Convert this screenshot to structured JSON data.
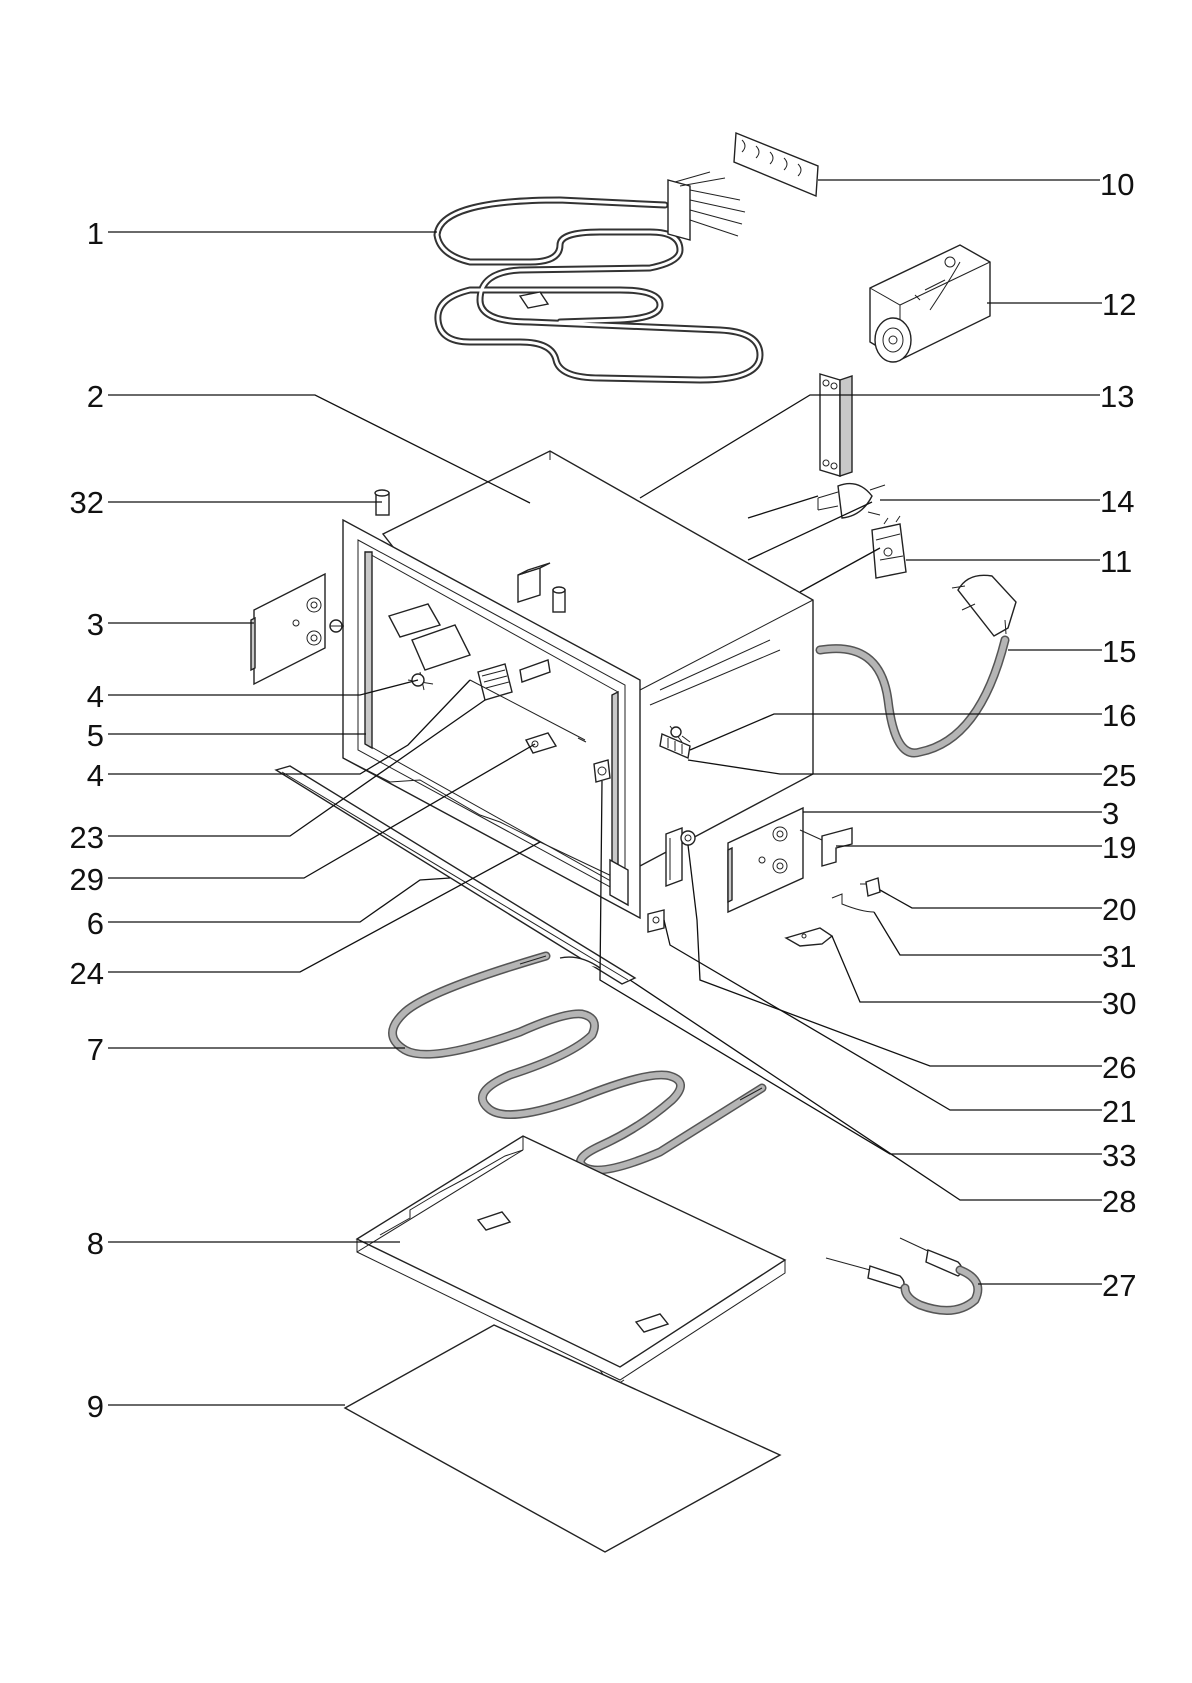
{
  "diagram": {
    "callouts": [
      {
        "id": "c10",
        "label": "10"
      },
      {
        "id": "c1",
        "label": "1"
      },
      {
        "id": "c12",
        "label": "12"
      },
      {
        "id": "c2",
        "label": "2"
      },
      {
        "id": "c13",
        "label": "13"
      },
      {
        "id": "c32",
        "label": "32"
      },
      {
        "id": "c14",
        "label": "14"
      },
      {
        "id": "c11",
        "label": "11"
      },
      {
        "id": "c3a",
        "label": "3"
      },
      {
        "id": "c15",
        "label": "15"
      },
      {
        "id": "c4a",
        "label": "4"
      },
      {
        "id": "c16",
        "label": "16"
      },
      {
        "id": "c5",
        "label": "5"
      },
      {
        "id": "c4b",
        "label": "4"
      },
      {
        "id": "c25",
        "label": "25"
      },
      {
        "id": "c3b",
        "label": "3"
      },
      {
        "id": "c23",
        "label": "23"
      },
      {
        "id": "c19",
        "label": "19"
      },
      {
        "id": "c29",
        "label": "29"
      },
      {
        "id": "c20",
        "label": "20"
      },
      {
        "id": "c6",
        "label": "6"
      },
      {
        "id": "c31",
        "label": "31"
      },
      {
        "id": "c24",
        "label": "24"
      },
      {
        "id": "c30",
        "label": "30"
      },
      {
        "id": "c7",
        "label": "7"
      },
      {
        "id": "c26",
        "label": "26"
      },
      {
        "id": "c21",
        "label": "21"
      },
      {
        "id": "c33",
        "label": "33"
      },
      {
        "id": "c28",
        "label": "28"
      },
      {
        "id": "c8",
        "label": "8"
      },
      {
        "id": "c27",
        "label": "27"
      },
      {
        "id": "c9",
        "label": "9"
      }
    ]
  }
}
